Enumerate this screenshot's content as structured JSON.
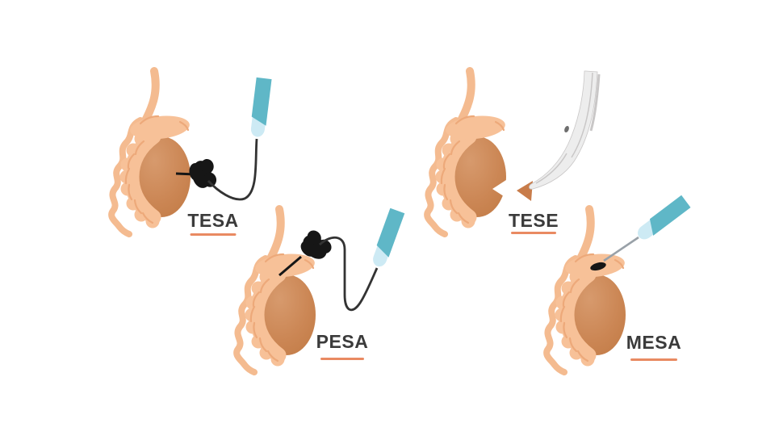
{
  "figure": {
    "techniques": [
      {
        "label": "TESA",
        "icon": "syringe-icon",
        "instrument": "aspiration-needle-syringe"
      },
      {
        "label": "PESA",
        "icon": "syringe-icon",
        "instrument": "aspiration-needle-syringe"
      },
      {
        "label": "TESE",
        "icon": "scissors-icon",
        "instrument": "curved-surgical-scissors"
      },
      {
        "label": "MESA",
        "icon": "needle-icon",
        "instrument": "fine-needle-syringe"
      }
    ]
  },
  "icons": {
    "syringe": "syringe-icon",
    "scissors": "scissors-icon",
    "needle": "needle-icon",
    "aspiration_bulb": "aspiration-bulb-icon"
  },
  "colors": {
    "background": "#ffffff",
    "label_text": "#3b3b3b",
    "underline": "#e98a62",
    "testis": "#ca8450",
    "testis_highlight": "#d79a6d",
    "epididymis": "#f7c198",
    "epididymis_fold": "#eda97a",
    "vas_tube": "#f4bb90",
    "tube_line": "#333333",
    "instrument_black": "#161616",
    "syringe_body": "#5fb7c7",
    "syringe_tip": "#cdeaf4",
    "needle_gray": "#99a1a8",
    "scissors_light": "#ededed",
    "scissors_shade": "#c9c7c7",
    "tissue_wedge": "#c87c4a"
  }
}
